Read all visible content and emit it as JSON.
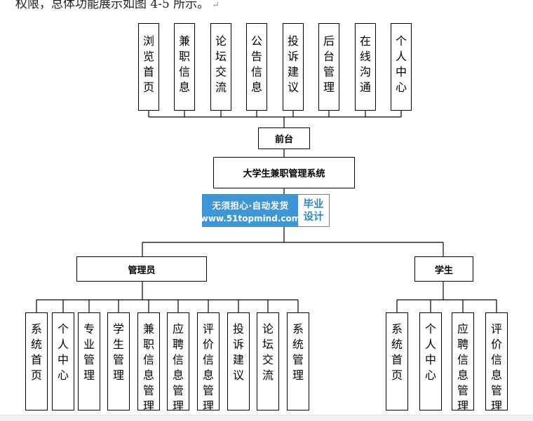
{
  "caption": {
    "text": "权限，总体功能展示如图 4-5 所示。",
    "mark": "↵"
  },
  "root": "大学生兼职管理系统",
  "frontend": {
    "label": "前台",
    "modules": [
      "浏览首页",
      "兼职信息",
      "论坛交流",
      "公告信息",
      "投诉建议",
      "后台管理",
      "在线沟通",
      "个人中心"
    ]
  },
  "admin": {
    "label": "管理员",
    "modules": [
      "系统首页",
      "个人中心",
      "专业管理",
      "学生管理",
      "兼职信息管理",
      "应聘信息管理",
      "评价信息管理",
      "投诉建议",
      "论坛交流",
      "系统管理"
    ]
  },
  "student": {
    "label": "学生",
    "modules": [
      "系统首页",
      "个人中心",
      "应聘信息管理",
      "评价信息管理"
    ]
  },
  "watermark": {
    "line1": "无须担心·自动发货",
    "line2": "www.51topmind.com",
    "right1": "毕业",
    "right2": "设计"
  }
}
